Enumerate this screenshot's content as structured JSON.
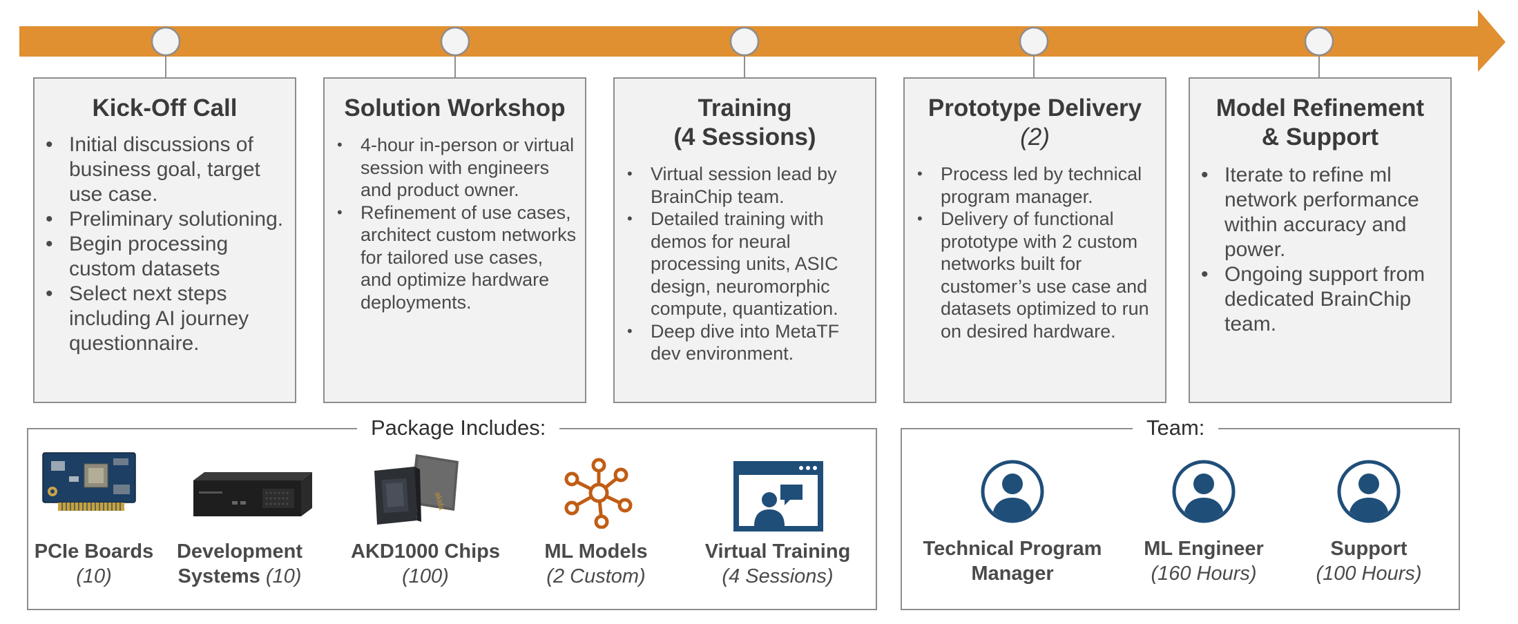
{
  "colors": {
    "arrow": "#E08F31",
    "card_bg": "#F2F2F2",
    "card_border": "#8D8D8D",
    "icon_blue": "#1F4E79",
    "ml_orange": "#C05D14",
    "text": "#4A4A4A"
  },
  "timeline": {
    "milestones": 5
  },
  "phases": [
    {
      "title_line1": "Kick-Off Call",
      "title_line2": "",
      "items": [
        "Initial discussions of business goal, target use case.",
        "Preliminary solutioning.",
        "Begin processing custom datasets",
        "Select next steps including AI journey questionnaire."
      ]
    },
    {
      "title_line1": "Solution Workshop",
      "title_line2": "",
      "items": [
        "4-hour in-person or virtual session with engineers and product owner.",
        "Refinement of use cases, architect custom networks for tailored use cases, and optimize hardware deployments."
      ]
    },
    {
      "title_line1": "Training",
      "title_line2": "(4 Sessions)",
      "items": [
        "Virtual session lead by BrainChip team.",
        "Detailed training with demos for neural processing units, ASIC design, neuromorphic compute, quantization.",
        "Deep dive into MetaTF dev environment."
      ]
    },
    {
      "title_line1": "Prototype Delivery",
      "title_line2": "(2)",
      "items": [
        "Process led by technical program manager.",
        "Delivery of functional prototype with 2 custom networks built for customer’s use case and datasets optimized to run on desired hardware."
      ]
    },
    {
      "title_line1": "Model Refinement",
      "title_line2": "& Support",
      "items": [
        "Iterate to refine ml network performance within accuracy and power.",
        "Ongoing support from dedicated BrainChip team."
      ]
    }
  ],
  "package": {
    "title": "Package Includes:",
    "items": [
      {
        "name": "PCIe Boards",
        "qty": "(10)",
        "icon": "pcie-board-icon"
      },
      {
        "name": "Development",
        "name2": "Systems",
        "qty": "(10)",
        "icon": "development-system-icon"
      },
      {
        "name": "AKD1000 Chips",
        "qty": "(100)",
        "chip_label": "akida",
        "icon": "akd1000-chip-icon"
      },
      {
        "name": "ML Models",
        "qty": "(2 Custom)",
        "icon": "network-graph-icon"
      },
      {
        "name": "Virtual Training",
        "qty": "(4 Sessions)",
        "icon": "video-call-icon"
      }
    ]
  },
  "team": {
    "title": "Team:",
    "members": [
      {
        "name": "Technical Program",
        "name2": "Manager",
        "qty": "",
        "icon": "person-icon"
      },
      {
        "name": "ML Engineer",
        "qty": "(160 Hours)",
        "icon": "person-icon"
      },
      {
        "name": "Support",
        "qty": "(100 Hours)",
        "icon": "person-icon"
      }
    ]
  }
}
